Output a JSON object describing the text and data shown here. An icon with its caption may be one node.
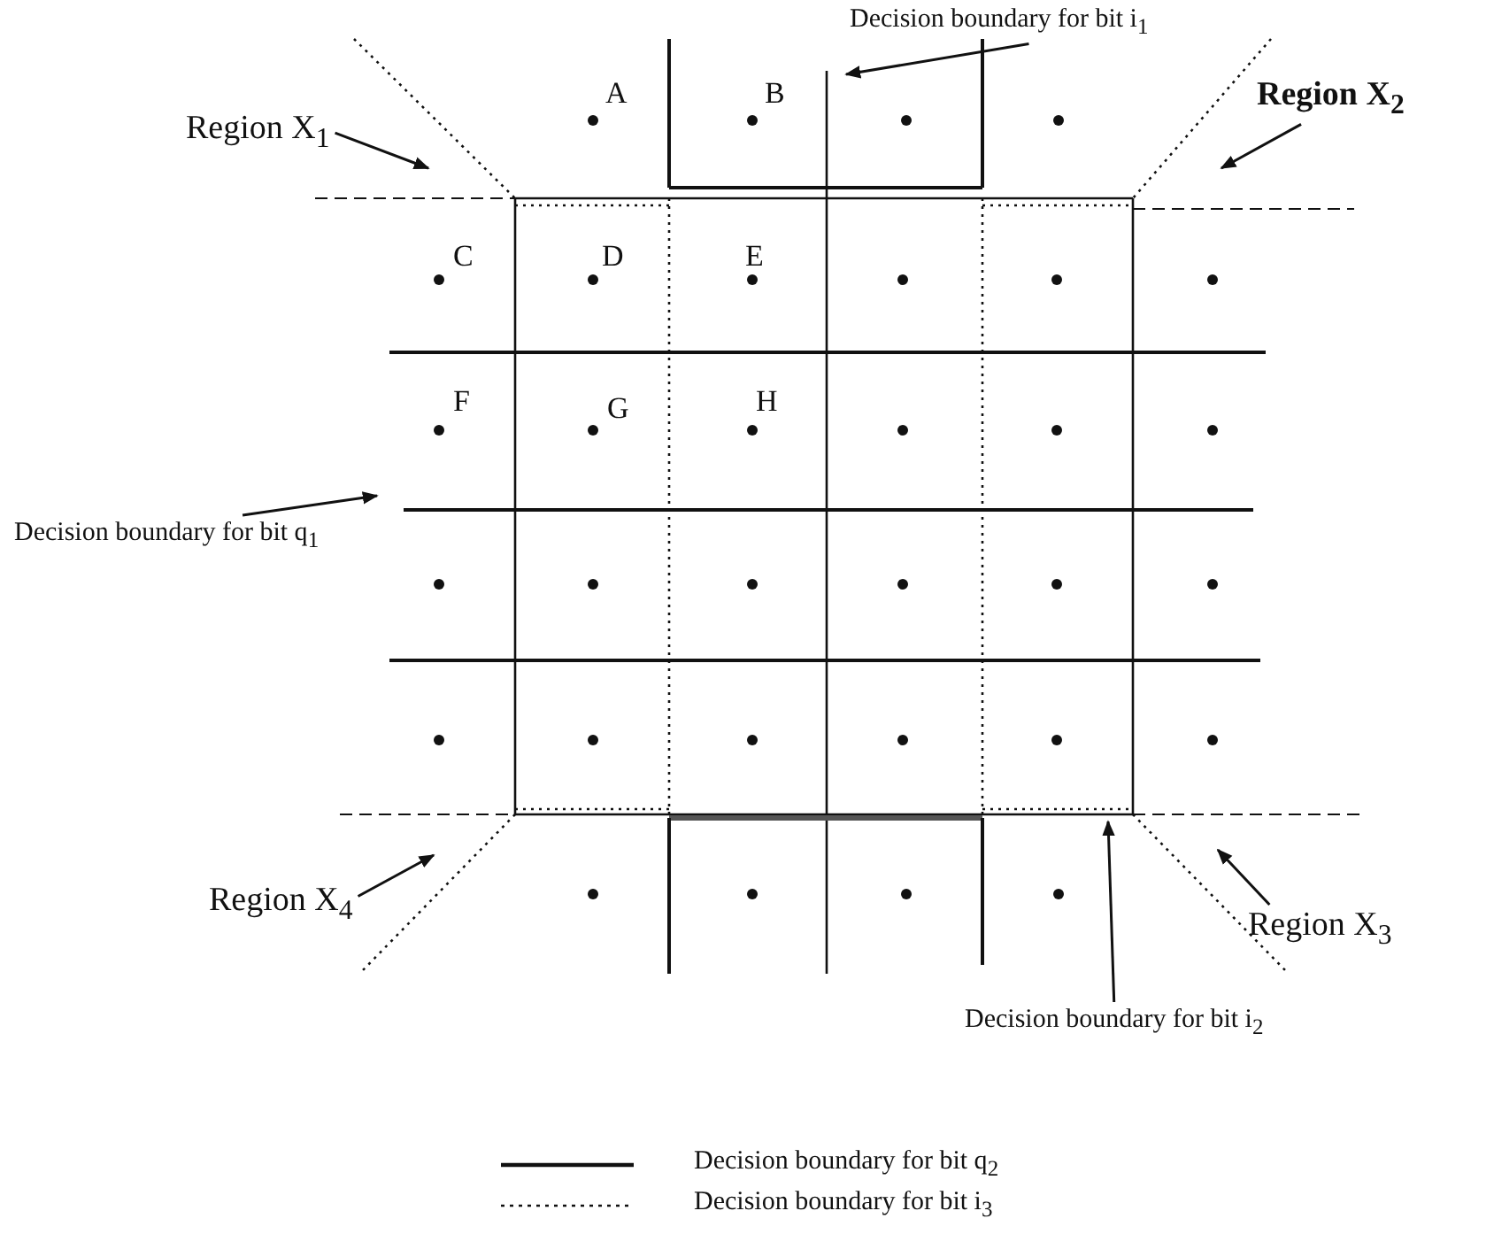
{
  "diagram": {
    "nodes": [
      {
        "text": [
          "Decision boundary for bit i$_{1}$"
        ]
      },
      {
        "text": [
          "Region X$_{1}$"
        ]
      },
      {
        "text": [
          "Region X$_{2}$"
        ]
      },
      {
        "text": [
          "Decision boundary for bit q$_{1}$"
        ]
      },
      {
        "text": [
          "Region X$_{4}$"
        ]
      },
      {
        "text": [
          "Region X$_{3}$"
        ]
      },
      {
        "text": [
          "Decision boundary for bit i$_{2}$"
        ]
      }
    ],
    "edges": [
      {
        "from": 0,
        "to": null,
        "arrow": "to"
      },
      {
        "from": 1,
        "to": null,
        "arrow": "to"
      },
      {
        "from": 2,
        "to": null,
        "arrow": "to"
      },
      {
        "from": 3,
        "to": null,
        "arrow": "to"
      },
      {
        "from": 4,
        "to": null,
        "arrow": "to"
      },
      {
        "from": 5,
        "to": null,
        "arrow": "to"
      },
      {
        "from": 6,
        "to": null,
        "arrow": "to"
      }
    ],
    "labels": [
      "A",
      "B",
      "C",
      "D",
      "E",
      "F",
      "G",
      "H"
    ],
    "legend": [
      {
        "text": "Decision boundary for bit q$_{2}$"
      },
      {
        "text": "Decision boundary for bit i$_{3}$"
      }
    ]
  }
}
